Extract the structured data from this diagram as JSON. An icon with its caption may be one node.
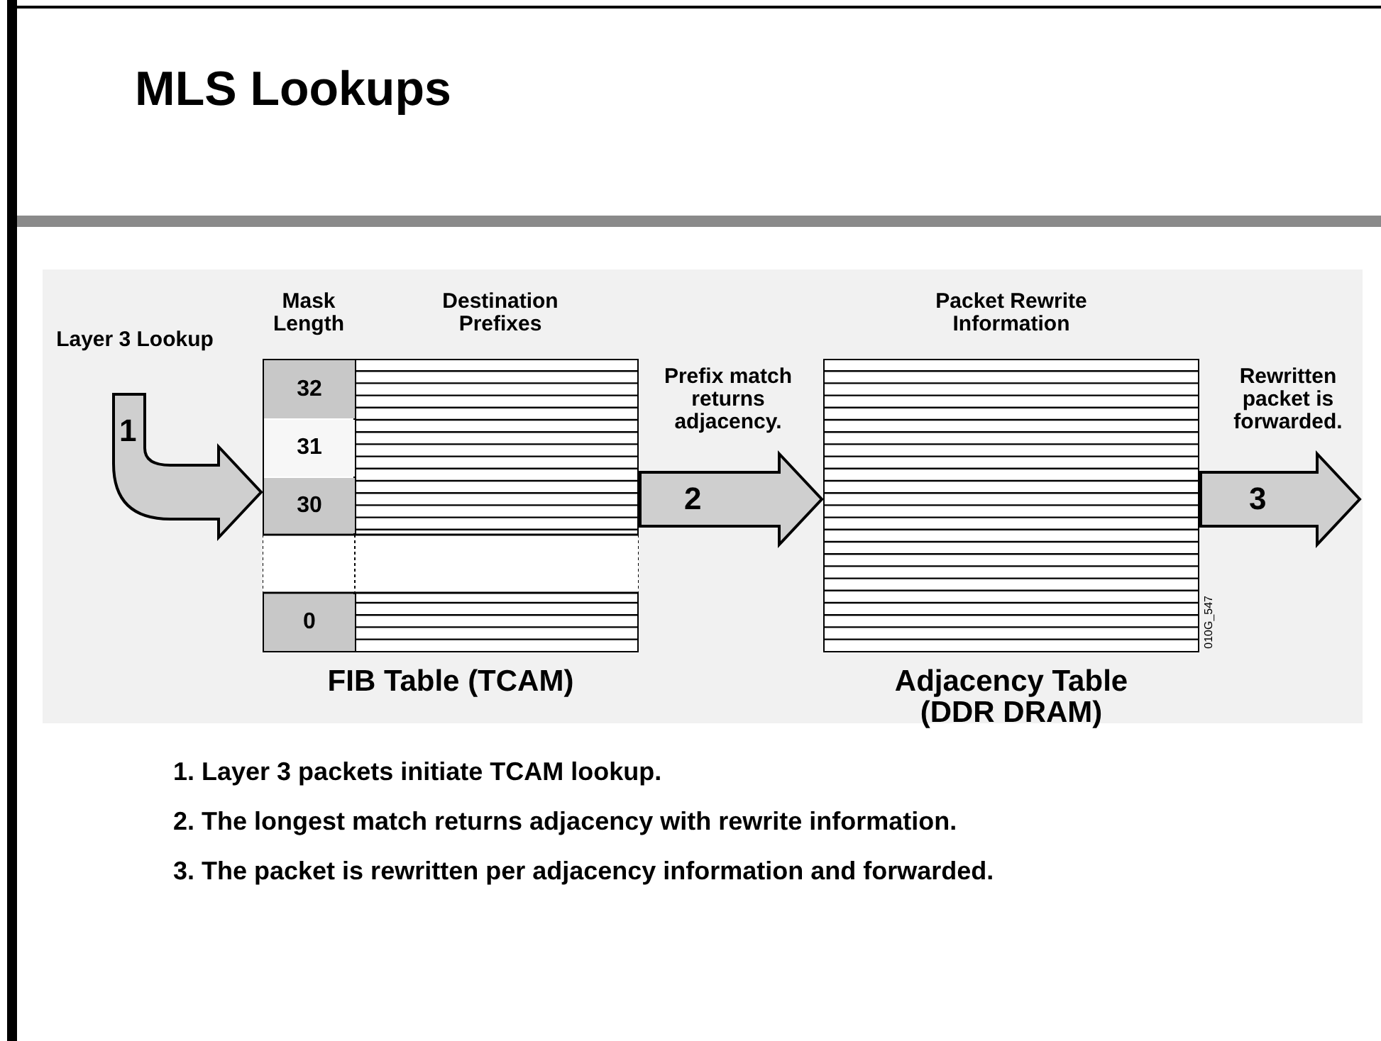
{
  "diagram": {
    "title": "MLS Lookups",
    "nodes": [
      {
        "text": [
          "FIB Table (TCAM)"
        ]
      },
      {
        "text": [
          "Adjacency Table (DDR DRAM)"
        ]
      }
    ],
    "edges": [
      {
        "from": null,
        "to": 0,
        "arrow": "to",
        "label": "1"
      },
      {
        "from": 0,
        "to": 1,
        "arrow": "to",
        "label": "2"
      },
      {
        "from": 1,
        "to": null,
        "arrow": "to",
        "label": "3"
      }
    ],
    "labels": [
      "Mask Length",
      "Destination Prefixes",
      "Packet Rewrite Information",
      "Layer 3 Lookup",
      "Prefix match returns adjacency.",
      "Rewritten packet is forwarded.",
      "32",
      "31",
      "30",
      "0",
      "010G_547",
      "1. Layer 3 packets initiate TCAM lookup.",
      "2. The longest match returns adjacency with rewrite information.",
      "3. The packet is rewritten per adjacency information and forwarded."
    ]
  }
}
